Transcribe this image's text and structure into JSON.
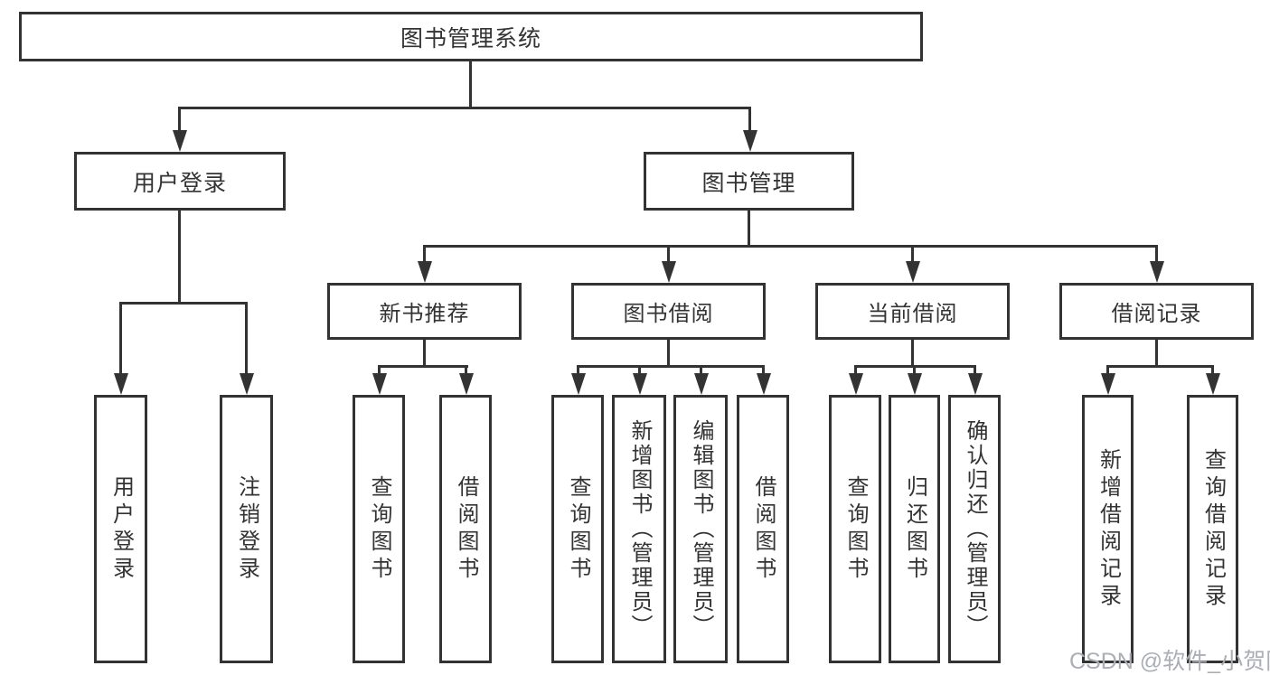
{
  "diagram": {
    "type": "tree-hierarchy",
    "root": "图书管理系统",
    "level2": {
      "user_login": "用户登录",
      "book_management": "图书管理"
    },
    "level3": {
      "new_book_recommend": "新书推荐",
      "book_borrow": "图书借阅",
      "current_borrow": "当前借阅",
      "borrow_record": "借阅记录"
    },
    "leaves": {
      "user_login_children": [
        "用户登录",
        "注销登录"
      ],
      "new_book_recommend_children": [
        "查询图书",
        "借阅图书"
      ],
      "book_borrow_children": [
        "查询图书",
        "新增图书（管理员）",
        "编辑图书（管理员）",
        "借阅图书"
      ],
      "current_borrow_children": [
        "查询图书",
        "归还图书",
        "确认归还（管理员）"
      ],
      "borrow_record_children": [
        "新增借阅记录",
        "查询借阅记录"
      ]
    }
  },
  "watermark": "CSDN @软件_小贺同学",
  "colors": {
    "line": "#333333",
    "text": "#333333",
    "watermark": "#ABAEB5",
    "background": "#ffffff"
  }
}
